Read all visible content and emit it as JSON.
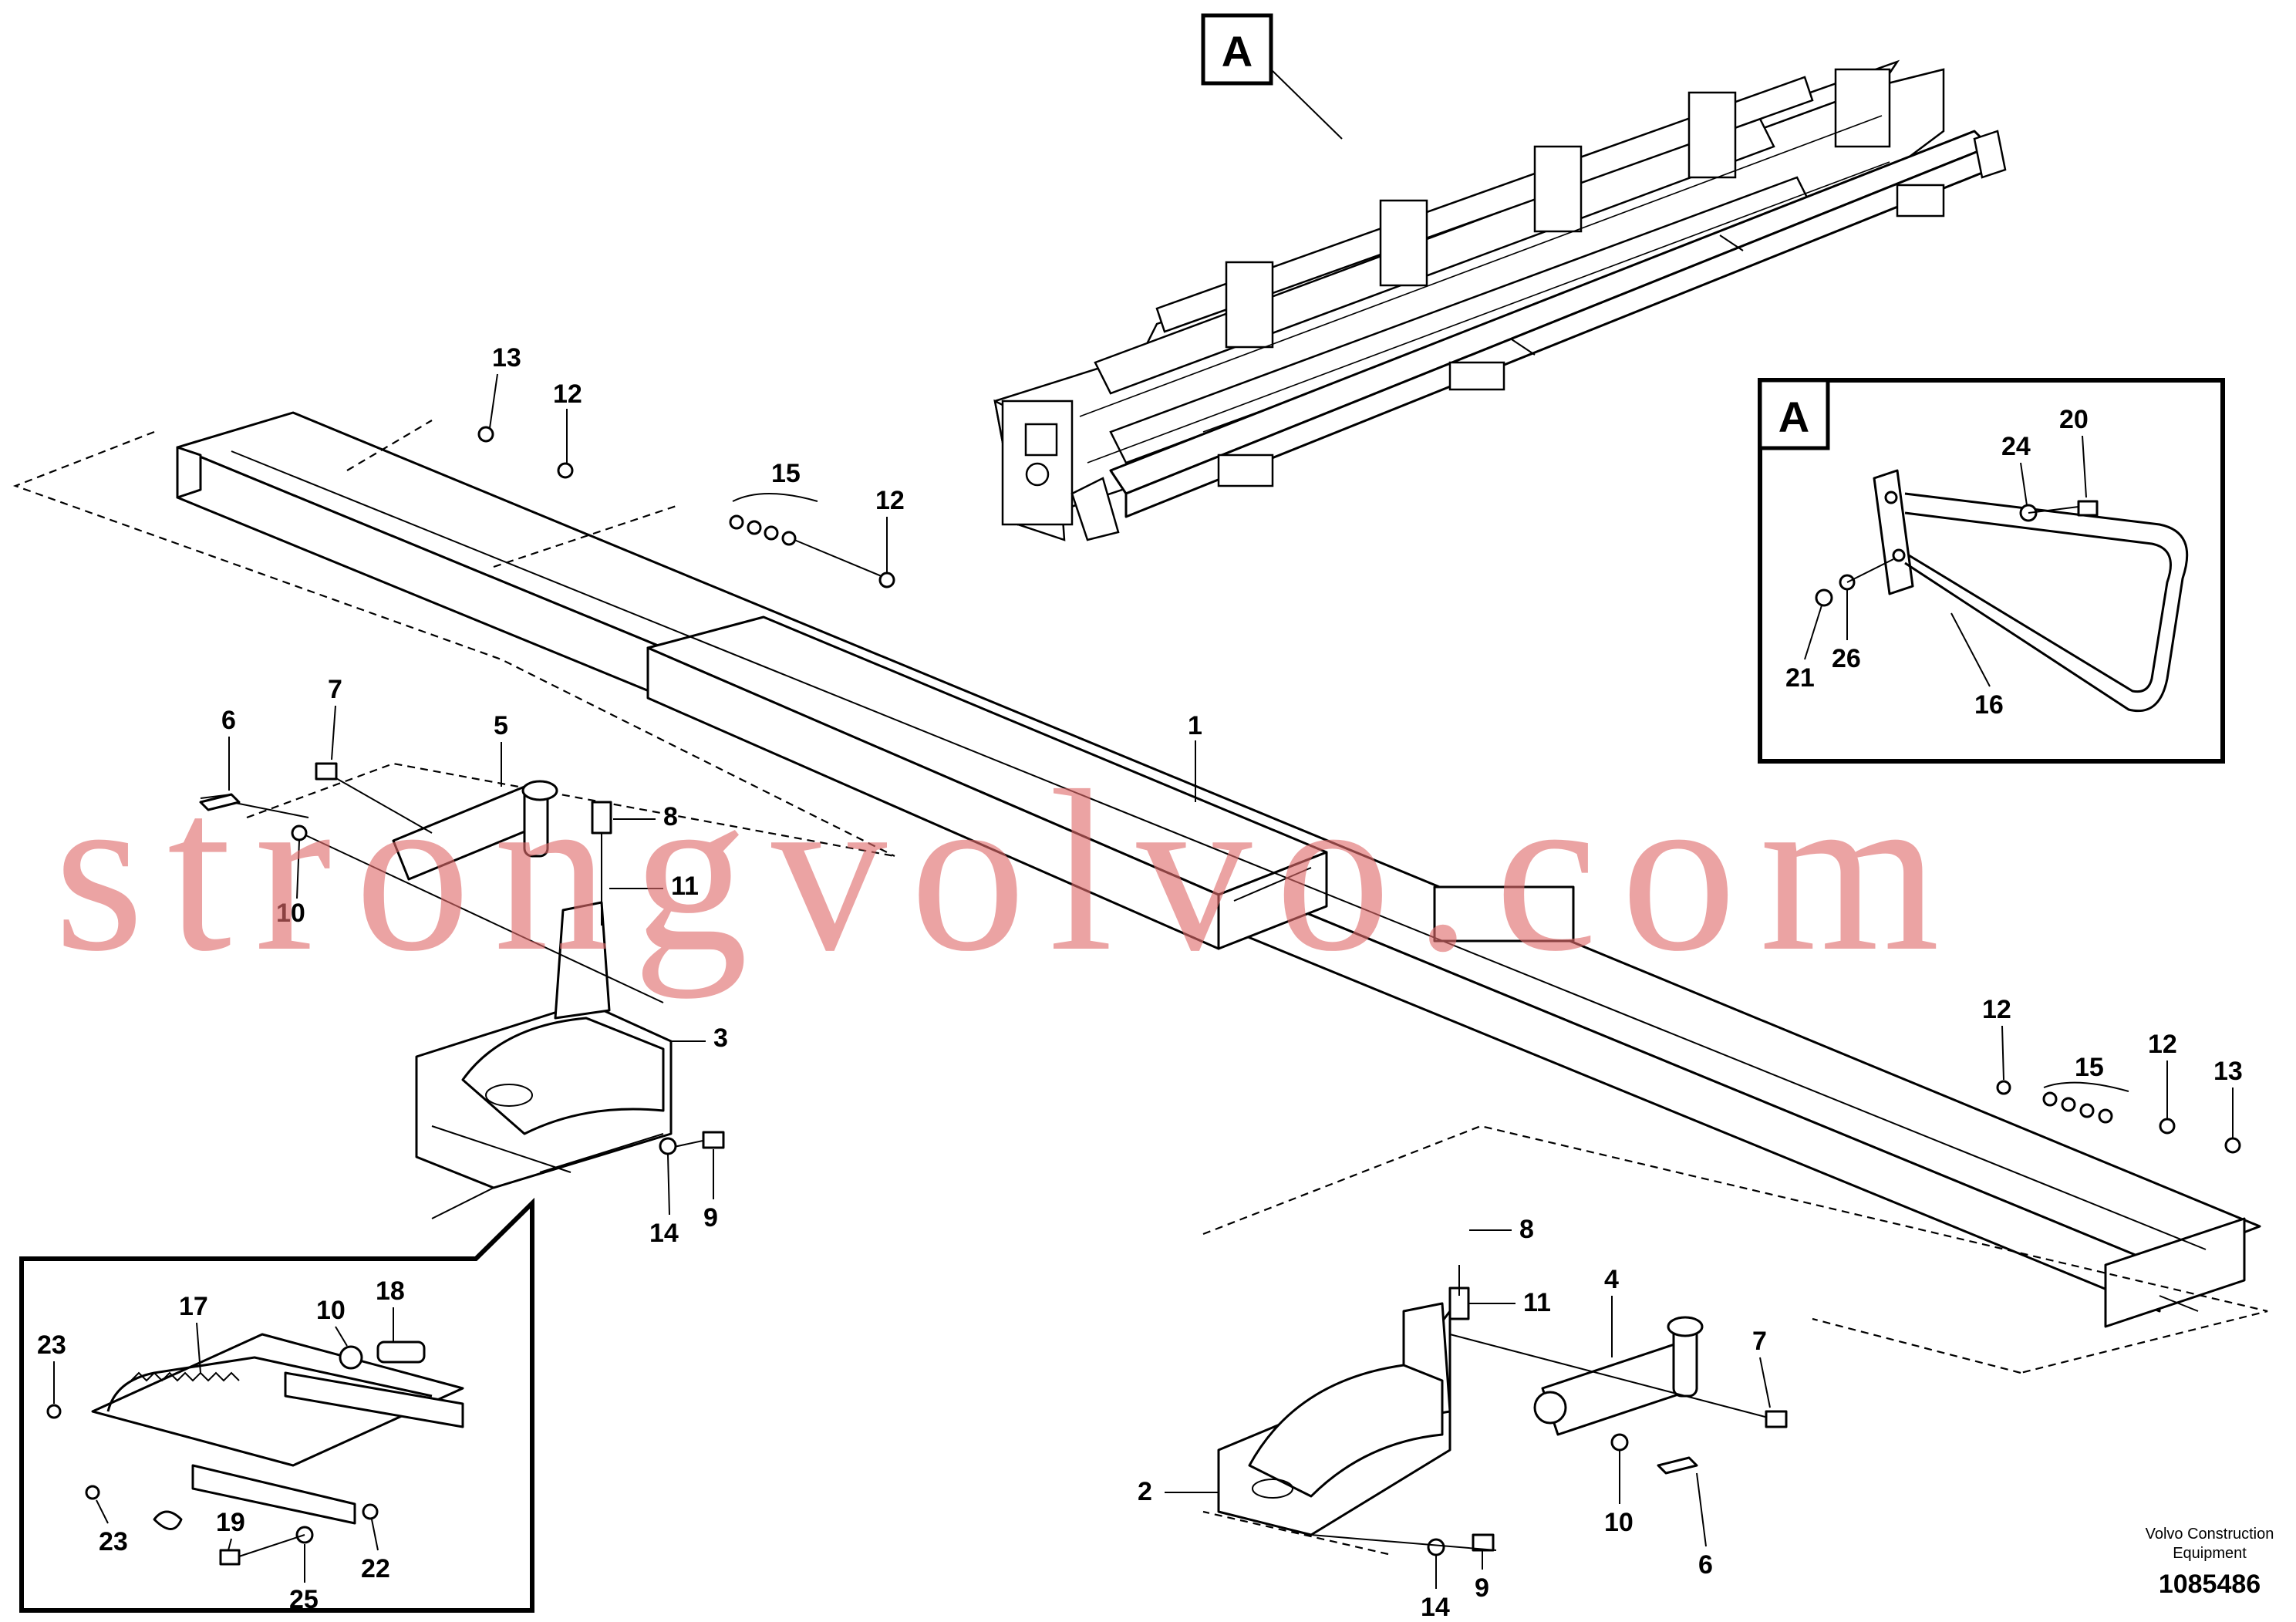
{
  "detail_marker": "A",
  "detail_box_label": "A",
  "callouts_main": [
    "13",
    "12",
    "15",
    "12",
    "1",
    "7",
    "6",
    "5",
    "8",
    "11",
    "10",
    "3",
    "14",
    "9",
    "12",
    "15",
    "12",
    "13",
    "8",
    "11",
    "4",
    "7",
    "2",
    "10",
    "6",
    "14",
    "9"
  ],
  "callouts_detail_a": [
    "24",
    "20",
    "21",
    "26",
    "16"
  ],
  "callouts_detail_pedal": [
    "17",
    "18",
    "10",
    "23",
    "23",
    "19",
    "22",
    "25"
  ],
  "footer": {
    "brand_line1": "Volvo Construction",
    "brand_line2": "Equipment",
    "document_number": "1085486"
  },
  "watermark": "strongvolvo.com"
}
